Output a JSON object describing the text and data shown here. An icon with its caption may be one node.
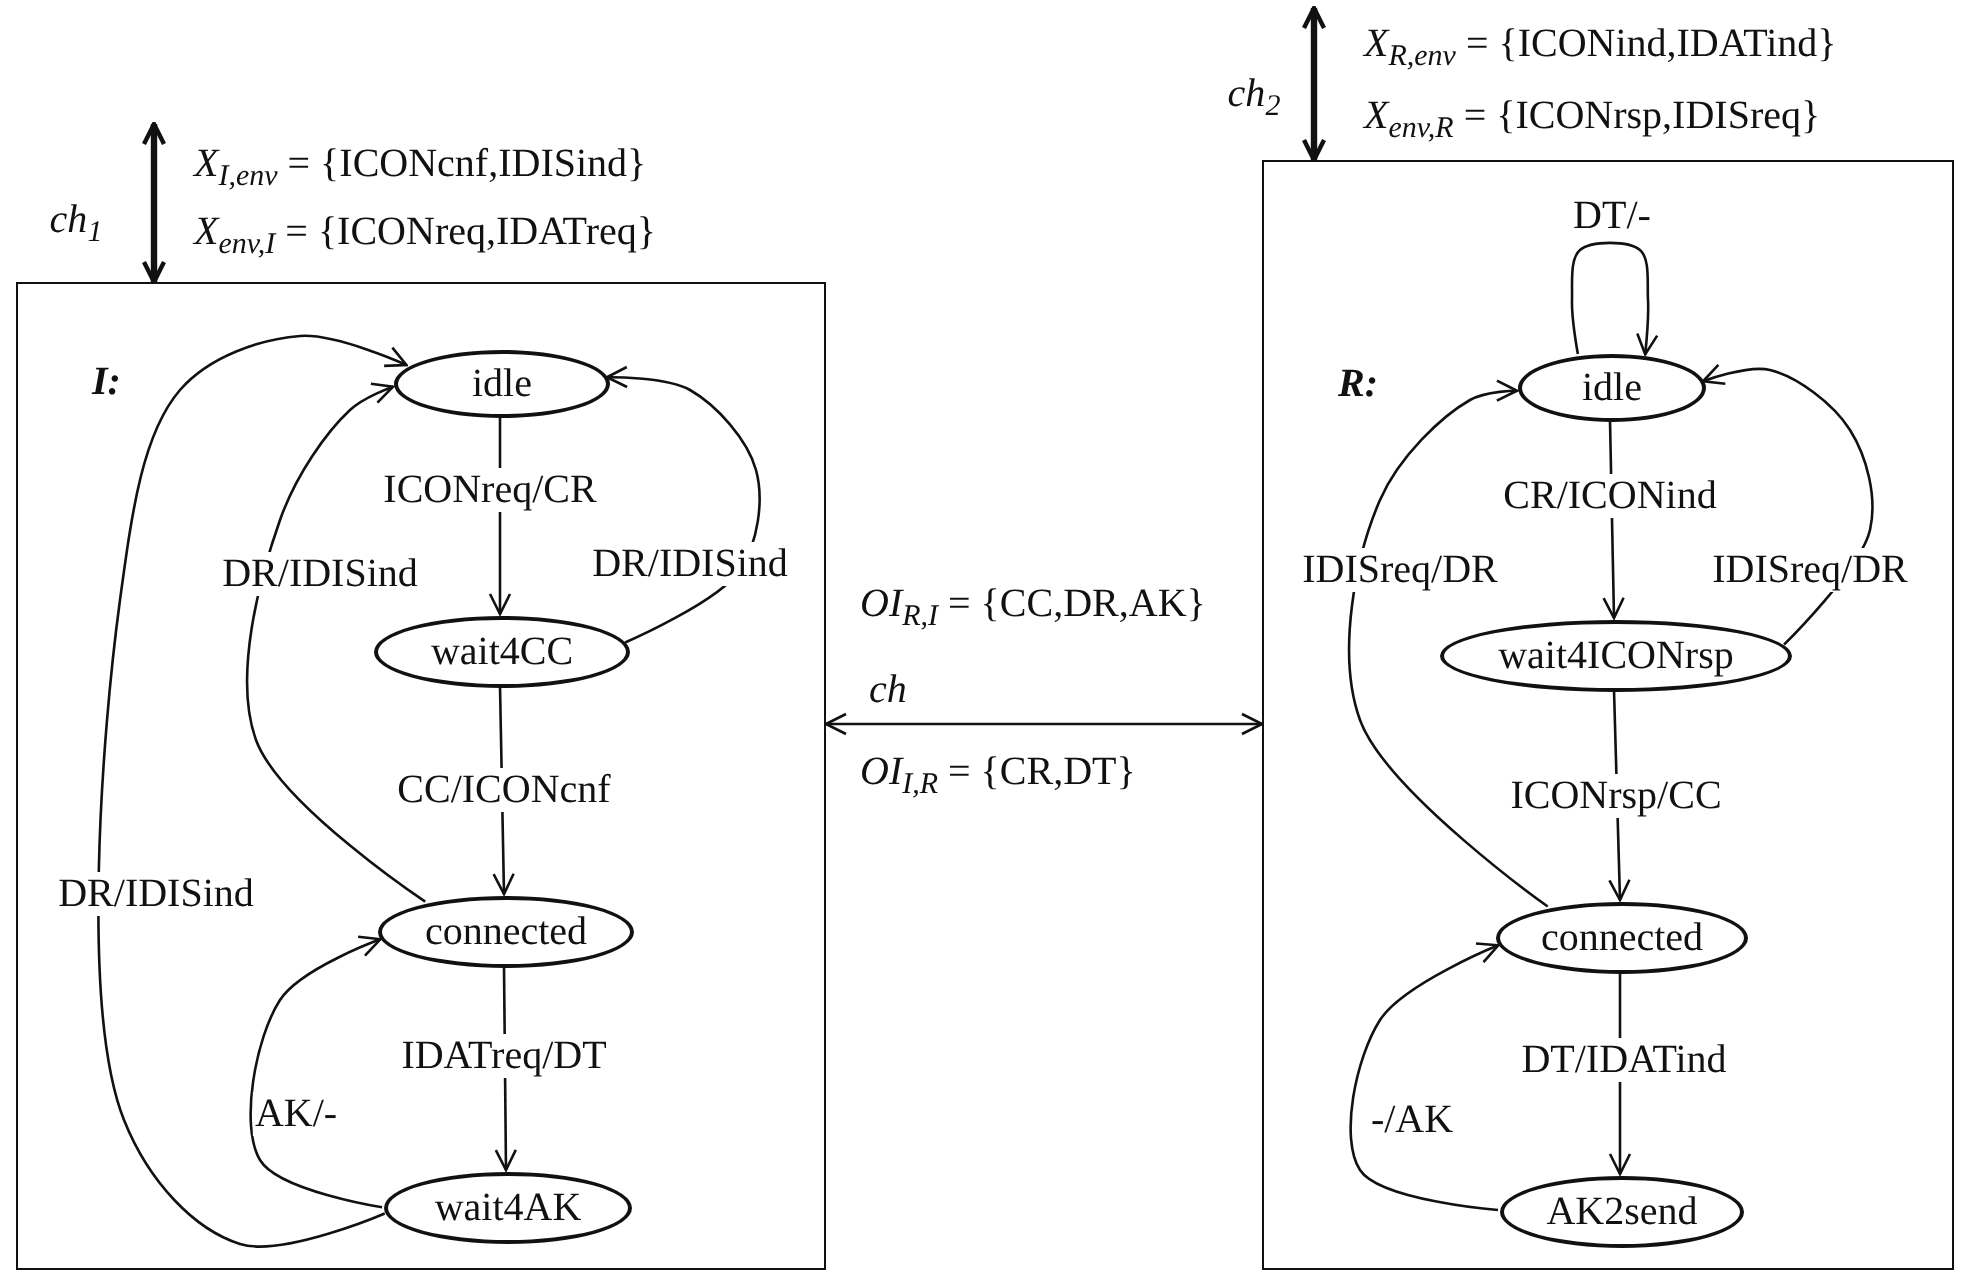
{
  "diagram": {
    "nodes": [
      {
        "text": [
          "I:"
        ]
      },
      {
        "text": [
          "idle"
        ],
        "in": 0
      },
      {
        "text": [
          "wait4CC"
        ],
        "in": 0
      },
      {
        "text": [
          "connected"
        ],
        "in": 0
      },
      {
        "text": [
          "wait4AK"
        ],
        "in": 0
      },
      {
        "text": [
          "R:"
        ]
      },
      {
        "text": [
          "idle"
        ],
        "in": 5
      },
      {
        "text": [
          "wait4ICONrsp"
        ],
        "in": 5
      },
      {
        "text": [
          "connected"
        ],
        "in": 5
      },
      {
        "text": [
          "AK2send"
        ],
        "in": 5
      }
    ],
    "edges": [
      {
        "from": 1,
        "to": 2,
        "arrow": "to",
        "label": "ICONreq/CR"
      },
      {
        "from": 2,
        "to": 1,
        "arrow": "to",
        "label": "DR/IDISind"
      },
      {
        "from": 3,
        "to": 1,
        "arrow": "to",
        "label": "DR/IDISind"
      },
      {
        "from": 2,
        "to": 3,
        "arrow": "to",
        "label": "CC/ICONcnf"
      },
      {
        "from": 3,
        "to": 4,
        "arrow": "to",
        "label": "IDATreq/DT"
      },
      {
        "from": 4,
        "to": 3,
        "arrow": "to",
        "label": "AK/-"
      },
      {
        "from": 4,
        "to": 1,
        "arrow": "to",
        "label": "DR/IDISind"
      },
      {
        "from": 0,
        "to": 5,
        "arrow": "both",
        "label": "ch"
      },
      {
        "from": null,
        "to": 0,
        "arrow": "both",
        "label": "*ch*$_{1}$",
        "style": "thick"
      },
      {
        "from": null,
        "to": 5,
        "arrow": "both",
        "label": "*ch*$_{2}$",
        "style": "thick"
      },
      {
        "from": 6,
        "to": 6,
        "arrow": "to",
        "label": "DT/-"
      },
      {
        "from": 6,
        "to": 7,
        "arrow": "to",
        "label": "CR/ICONind"
      },
      {
        "from": 7,
        "to": 6,
        "arrow": "to",
        "label": "IDISreq/DR"
      },
      {
        "from": 8,
        "to": 6,
        "arrow": "to",
        "label": "IDISreq/DR"
      },
      {
        "from": 7,
        "to": 8,
        "arrow": "to",
        "label": "ICONrsp/CC"
      },
      {
        "from": 8,
        "to": 9,
        "arrow": "to",
        "label": "DT/IDATind"
      },
      {
        "from": 9,
        "to": 8,
        "arrow": "to",
        "label": "-/AK"
      }
    ],
    "labels": [
      "*X*$_{I,env}$ = {ICONcnf,IDISind}",
      "*X*$_{env,I}$ = {ICONreq,IDATreq}",
      "*X*$_{R,env}$ = {ICONind,IDATind}",
      "*X*$_{env,R}$ = {ICONrsp,IDISreq}",
      "*OI*$_{R,I}$ = {CC,DR,AK}",
      "*OI*$_{I,R}$ = {CR,DT}"
    ]
  }
}
